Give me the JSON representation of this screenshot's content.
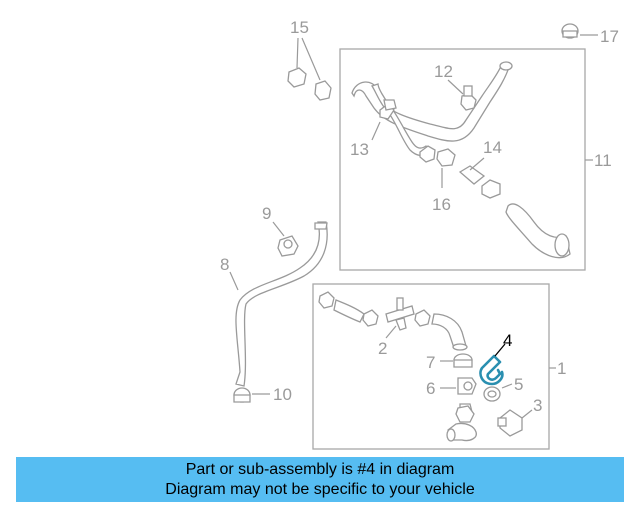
{
  "diagram": {
    "callouts": {
      "c1": "1",
      "c2": "2",
      "c3": "3",
      "c4": "4",
      "c5": "5",
      "c6": "6",
      "c7": "7",
      "c8": "8",
      "c9": "9",
      "c10": "10",
      "c11": "11",
      "c12": "12",
      "c13": "13",
      "c14": "14",
      "c15": "15",
      "c16": "16",
      "c17": "17"
    },
    "highlighted_part": "4",
    "colors": {
      "part_stroke": "#9a9a9a",
      "highlight": "#2a8fb0",
      "banner": "#56bdf2"
    }
  },
  "banner": {
    "line1": "Part or sub-assembly is #4 in diagram",
    "line2": "Diagram may not be specific to your vehicle"
  }
}
